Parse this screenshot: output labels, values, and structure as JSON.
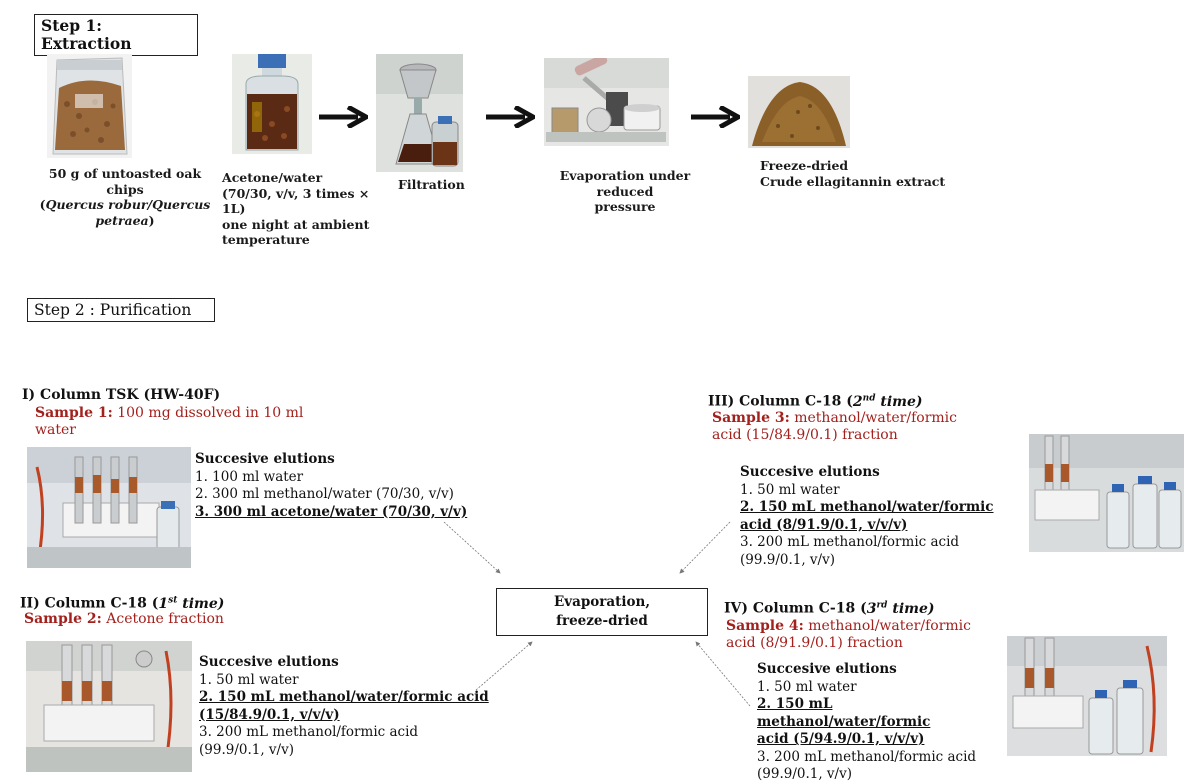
{
  "step1": {
    "title": "Step 1: Extraction",
    "items": [
      {
        "line1": "50 g of untoasted oak chips",
        "line2_pre": "(",
        "line2_it": "Quercus robur/Quercus",
        "line3_it": "petraea",
        "line3_post": ")"
      },
      {
        "lines": [
          "Acetone/water",
          "(70/30, v/v, 3 times × 1L)",
          "one night at ambient",
          "temperature"
        ]
      },
      {
        "lines": [
          "Filtration"
        ]
      },
      {
        "lines": [
          "Evaporation under reduced",
          "pressure"
        ]
      },
      {
        "lines": [
          "Freeze-dried",
          "Crude ellagitannin extract"
        ]
      }
    ]
  },
  "step2": {
    "title": "Step 2 : Purification",
    "center": {
      "line1": "Evaporation,",
      "line2": "freeze-dried"
    },
    "col1": {
      "title_pre": "I) Column TSK (HW-40F)",
      "sample_label": "Sample 1:",
      "sample_l1": " 100 mg dissolved in 10 ml",
      "sample_l2": "water",
      "elut_head": "Succesive elutions",
      "e1": "1. 100 ml water",
      "e2": "2. 300 ml methanol/water (70/30, v/v)",
      "e3": "3. 300 ml acetone/water (70/30, v/v)"
    },
    "col2": {
      "title_pre": "II) Column C-18 (",
      "title_num": "1",
      "title_sup": "st",
      "title_post": " time)",
      "sample_label": "Sample 2:",
      "sample_l1": " Acetone fraction",
      "elut_head": "Succesive elutions",
      "e1": "1. 50 ml water",
      "e2a": "2. 150 mL methanol/water/formic acid",
      "e2b": "(15/84.9/0.1, v/v/v)",
      "e3a": "3. 200 mL methanol/formic acid",
      "e3b": "(99.9/0.1, v/v)"
    },
    "col3": {
      "title_pre": "III) Column C-18 (",
      "title_num": "2",
      "title_sup": "nd",
      "title_post": " time)",
      "sample_label": "Sample 3:",
      "sample_l1": " methanol/water/formic",
      "sample_l2": "acid (15/84.9/0.1) fraction",
      "elut_head": "Succesive elutions",
      "e1": "1. 50 ml water",
      "e2a": "2. 150 mL methanol/water/formic",
      "e2b": "acid (8/91.9/0.1, v/v/v)",
      "e3a": "3. 200 mL methanol/formic acid",
      "e3b": "(99.9/0.1, v/v)"
    },
    "col4": {
      "title_pre": "IV) Column C-18 (",
      "title_num": "3",
      "title_sup": "rd",
      "title_post": " time)",
      "sample_label": "Sample 4:",
      "sample_l1": " methanol/water/formic",
      "sample_l2": "acid (8/91.9/0.1) fraction",
      "elut_head": "Succesive elutions",
      "e1": "1. 50 ml water",
      "e2a": "2. 150 mL methanol/water/formic",
      "e2b": "acid (5/94.9/0.1, v/v/v)",
      "e3a": "3. 200 mL methanol/formic acid",
      "e3b": "(99.9/0.1, v/v)"
    }
  }
}
